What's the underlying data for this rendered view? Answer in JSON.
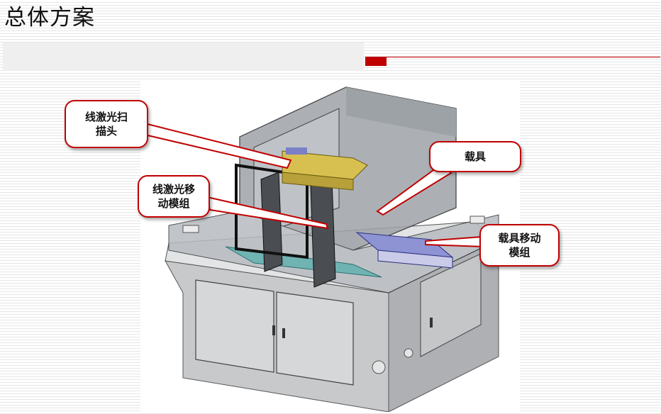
{
  "slide": {
    "title": "总体方案"
  },
  "callouts": [
    {
      "id": "scan-head",
      "text": "线激光扫\n描头"
    },
    {
      "id": "carrier",
      "text": "载具"
    },
    {
      "id": "move-module",
      "text": "线激光移\n动模组"
    },
    {
      "id": "carrier-move-module",
      "text": "载具移动\n模组"
    }
  ],
  "colors": {
    "accent": "#c00000",
    "enclosure": "#b9bec4",
    "cabinet": "#d0d2d4",
    "scan_head": "#d8c050",
    "carrier_rail": "#7a7fc8",
    "base_plate": "#5aa8a8"
  }
}
